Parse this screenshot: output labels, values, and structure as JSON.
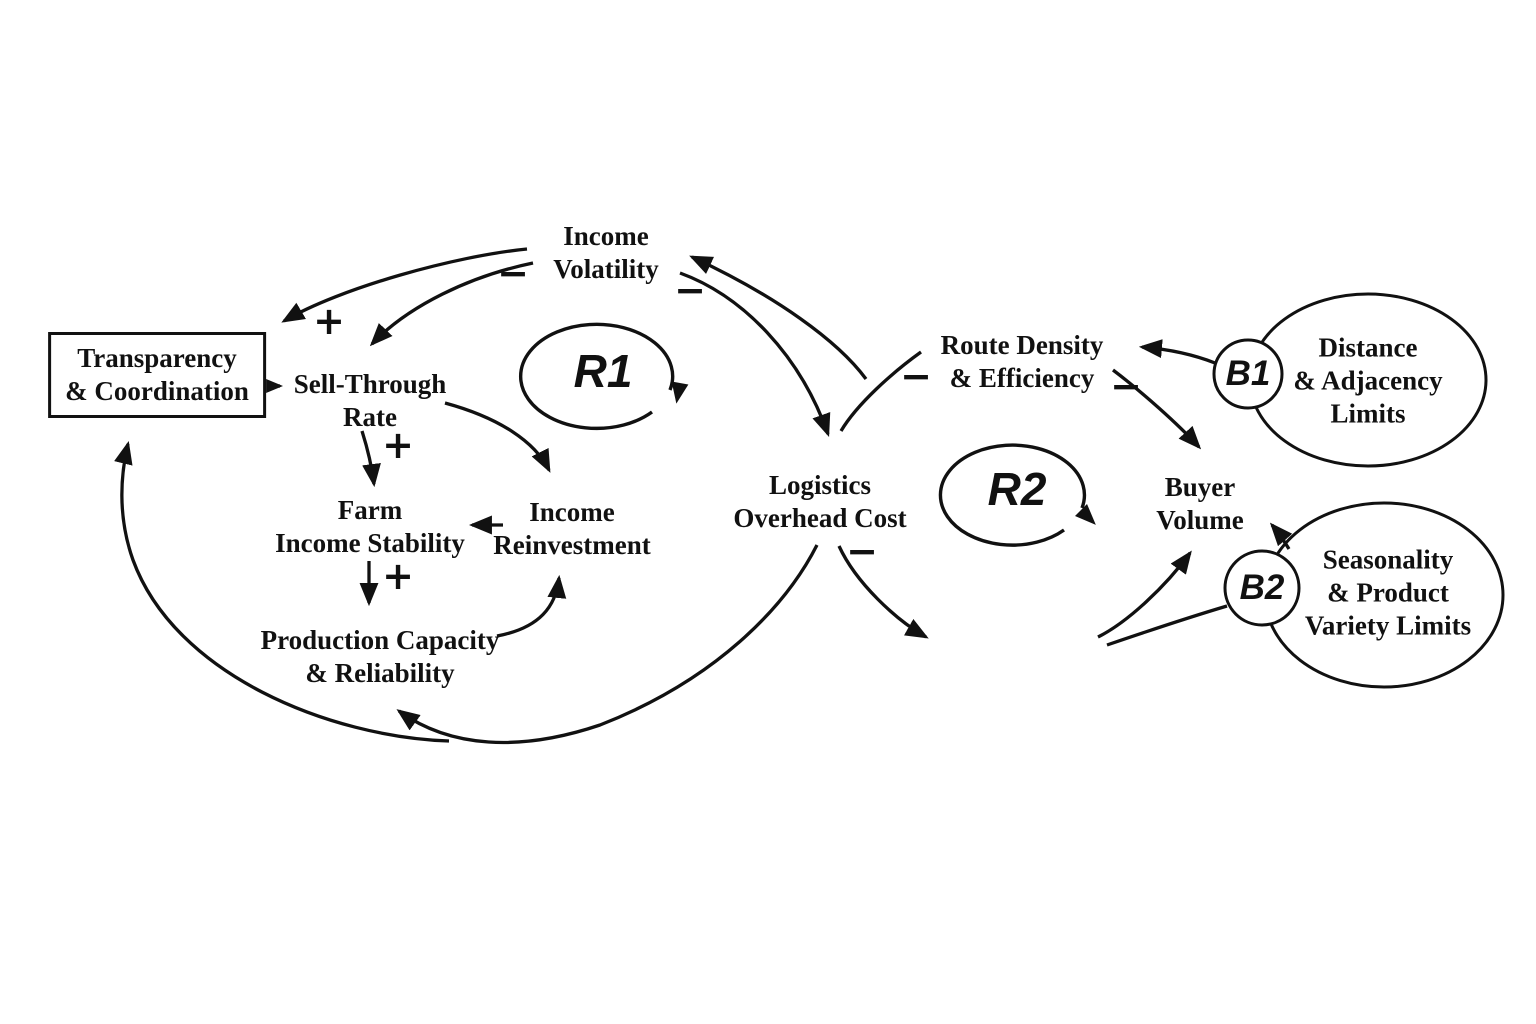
{
  "diagram": {
    "type": "causal-loop-diagram",
    "colors": {
      "ink": "#111111",
      "background": "#ffffff"
    },
    "nodes": [
      {
        "id": "transparency-coordination",
        "boxed": true,
        "lines": [
          "Transparency",
          "& Coordination"
        ]
      },
      {
        "id": "sell-through-rate",
        "boxed": false,
        "lines": [
          "Sell-Through",
          "Rate"
        ]
      },
      {
        "id": "income-volatility",
        "boxed": false,
        "lines": [
          "Income",
          "Volatility"
        ]
      },
      {
        "id": "farm-income-stability",
        "boxed": false,
        "lines": [
          "Farm",
          "Income Stability"
        ]
      },
      {
        "id": "income-reinvestment",
        "boxed": false,
        "lines": [
          "Income",
          "Reinvestment"
        ]
      },
      {
        "id": "production-capacity",
        "boxed": false,
        "lines": [
          "Production Capacity",
          "& Reliability"
        ]
      },
      {
        "id": "logistics-overhead-cost",
        "boxed": false,
        "lines": [
          "Logistics",
          "Overhead Cost"
        ]
      },
      {
        "id": "route-density-efficiency",
        "boxed": false,
        "lines": [
          "Route Density",
          "& Efficiency"
        ]
      },
      {
        "id": "buyer-volume",
        "boxed": false,
        "lines": [
          "Buyer",
          "Volume"
        ]
      },
      {
        "id": "distance-adjacency-limits",
        "boxed": false,
        "lines": [
          "Distance",
          "& Adjacency",
          "Limits"
        ]
      },
      {
        "id": "seasonality-variety-limits",
        "boxed": false,
        "lines": [
          "Seasonality",
          "& Product",
          "Variety Limits"
        ]
      }
    ],
    "loop_labels": [
      {
        "id": "R1",
        "text": "R1",
        "kind": "reinforcing"
      },
      {
        "id": "R2",
        "text": "R2",
        "kind": "reinforcing"
      },
      {
        "id": "B1",
        "text": "B1",
        "kind": "balancing"
      },
      {
        "id": "B2",
        "text": "B2",
        "kind": "balancing"
      }
    ],
    "signs": [
      {
        "text": "+",
        "near": "income-volatility-to-transparency"
      },
      {
        "text": "−",
        "near": "income-volatility-to-sell-through"
      },
      {
        "text": "−",
        "near": "income-volatility-right"
      },
      {
        "text": "+",
        "near": "sell-through-to-farm-income"
      },
      {
        "text": "+",
        "near": "farm-income-to-production"
      },
      {
        "text": "−",
        "near": "route-density-to-logistics"
      },
      {
        "text": "−",
        "near": "route-density-to-buyer-volume"
      },
      {
        "text": "−",
        "near": "logistics-to-buyer-volume"
      }
    ]
  }
}
